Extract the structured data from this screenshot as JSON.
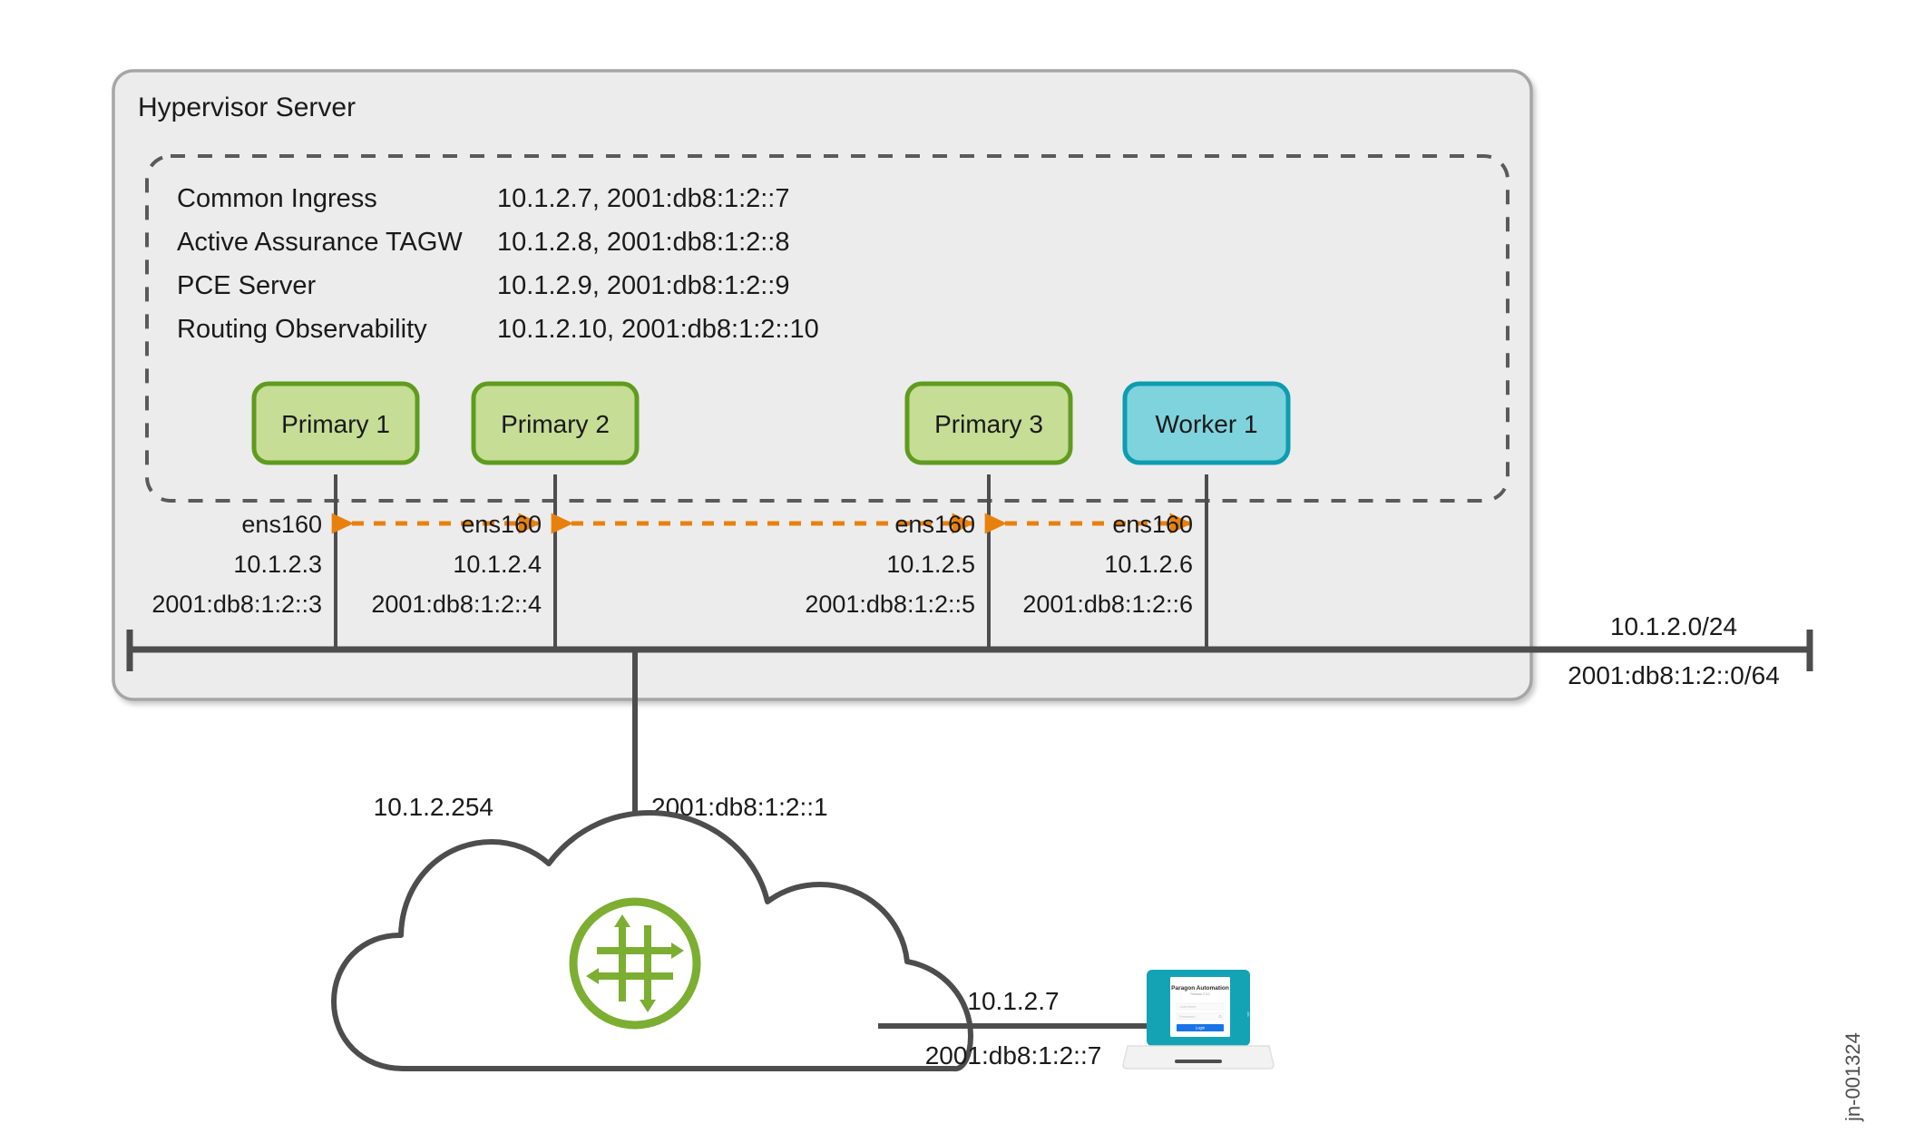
{
  "figure": {
    "id_label": "jn-001324"
  },
  "hypervisor": {
    "title": "Hypervisor Server",
    "services": [
      {
        "name": "Common Ingress",
        "addresses": "10.1.2.7, 2001:db8:1:2::7"
      },
      {
        "name": "Active Assurance TAGW",
        "addresses": "10.1.2.8, 2001:db8:1:2::8"
      },
      {
        "name": "PCE Server",
        "addresses": "10.1.2.9, 2001:db8:1:2::9"
      },
      {
        "name": "Routing Observability",
        "addresses": "10.1.2.10, 2001:db8:1:2::10"
      }
    ],
    "nodes": [
      {
        "label": "Primary 1",
        "kind": "primary",
        "fill": "#c6dd96",
        "stroke": "#5f9c1e"
      },
      {
        "label": "Primary 2",
        "kind": "primary",
        "fill": "#c6dd96",
        "stroke": "#5f9c1e"
      },
      {
        "label": "Primary 3",
        "kind": "primary",
        "fill": "#c6dd96",
        "stroke": "#5f9c1e"
      },
      {
        "label": "Worker 1",
        "kind": "worker",
        "fill": "#7fd3dd",
        "stroke": "#0e9cb0"
      }
    ],
    "interfaces": [
      {
        "name": "ens160",
        "ipv4": "10.1.2.3",
        "ipv6": "2001:db8:1:2::3"
      },
      {
        "name": "ens160",
        "ipv4": "10.1.2.4",
        "ipv6": "2001:db8:1:2::4"
      },
      {
        "name": "ens160",
        "ipv4": "10.1.2.5",
        "ipv6": "2001:db8:1:2::5"
      },
      {
        "name": "ens160",
        "ipv4": "10.1.2.6",
        "ipv6": "2001:db8:1:2::6"
      }
    ]
  },
  "network": {
    "subnet_ipv4": "10.1.2.0/24",
    "subnet_ipv6": "2001:db8:1:2::0/64",
    "gateway_ipv4": "10.1.2.254",
    "gateway_ipv6": "2001:db8:1:2::1",
    "client_ipv4": "10.1.2.7",
    "client_ipv6": "2001:db8:1:2::7"
  },
  "laptop": {
    "app_title": "Paragon Automation",
    "app_subtitle": "Release 2.3.0",
    "username_placeholder": "Username",
    "password_placeholder": "Password",
    "login_label": "Login"
  },
  "colors": {
    "panel_fill": "#ececec",
    "panel_stroke": "#a6a6a6",
    "dashed_stroke": "#5a5a5a",
    "line": "#4d4d4d",
    "accent_orange": "#e8810c",
    "router_green": "#7cae32",
    "laptop_teal": "#14a3b4",
    "login_blue": "#1a73e8"
  }
}
